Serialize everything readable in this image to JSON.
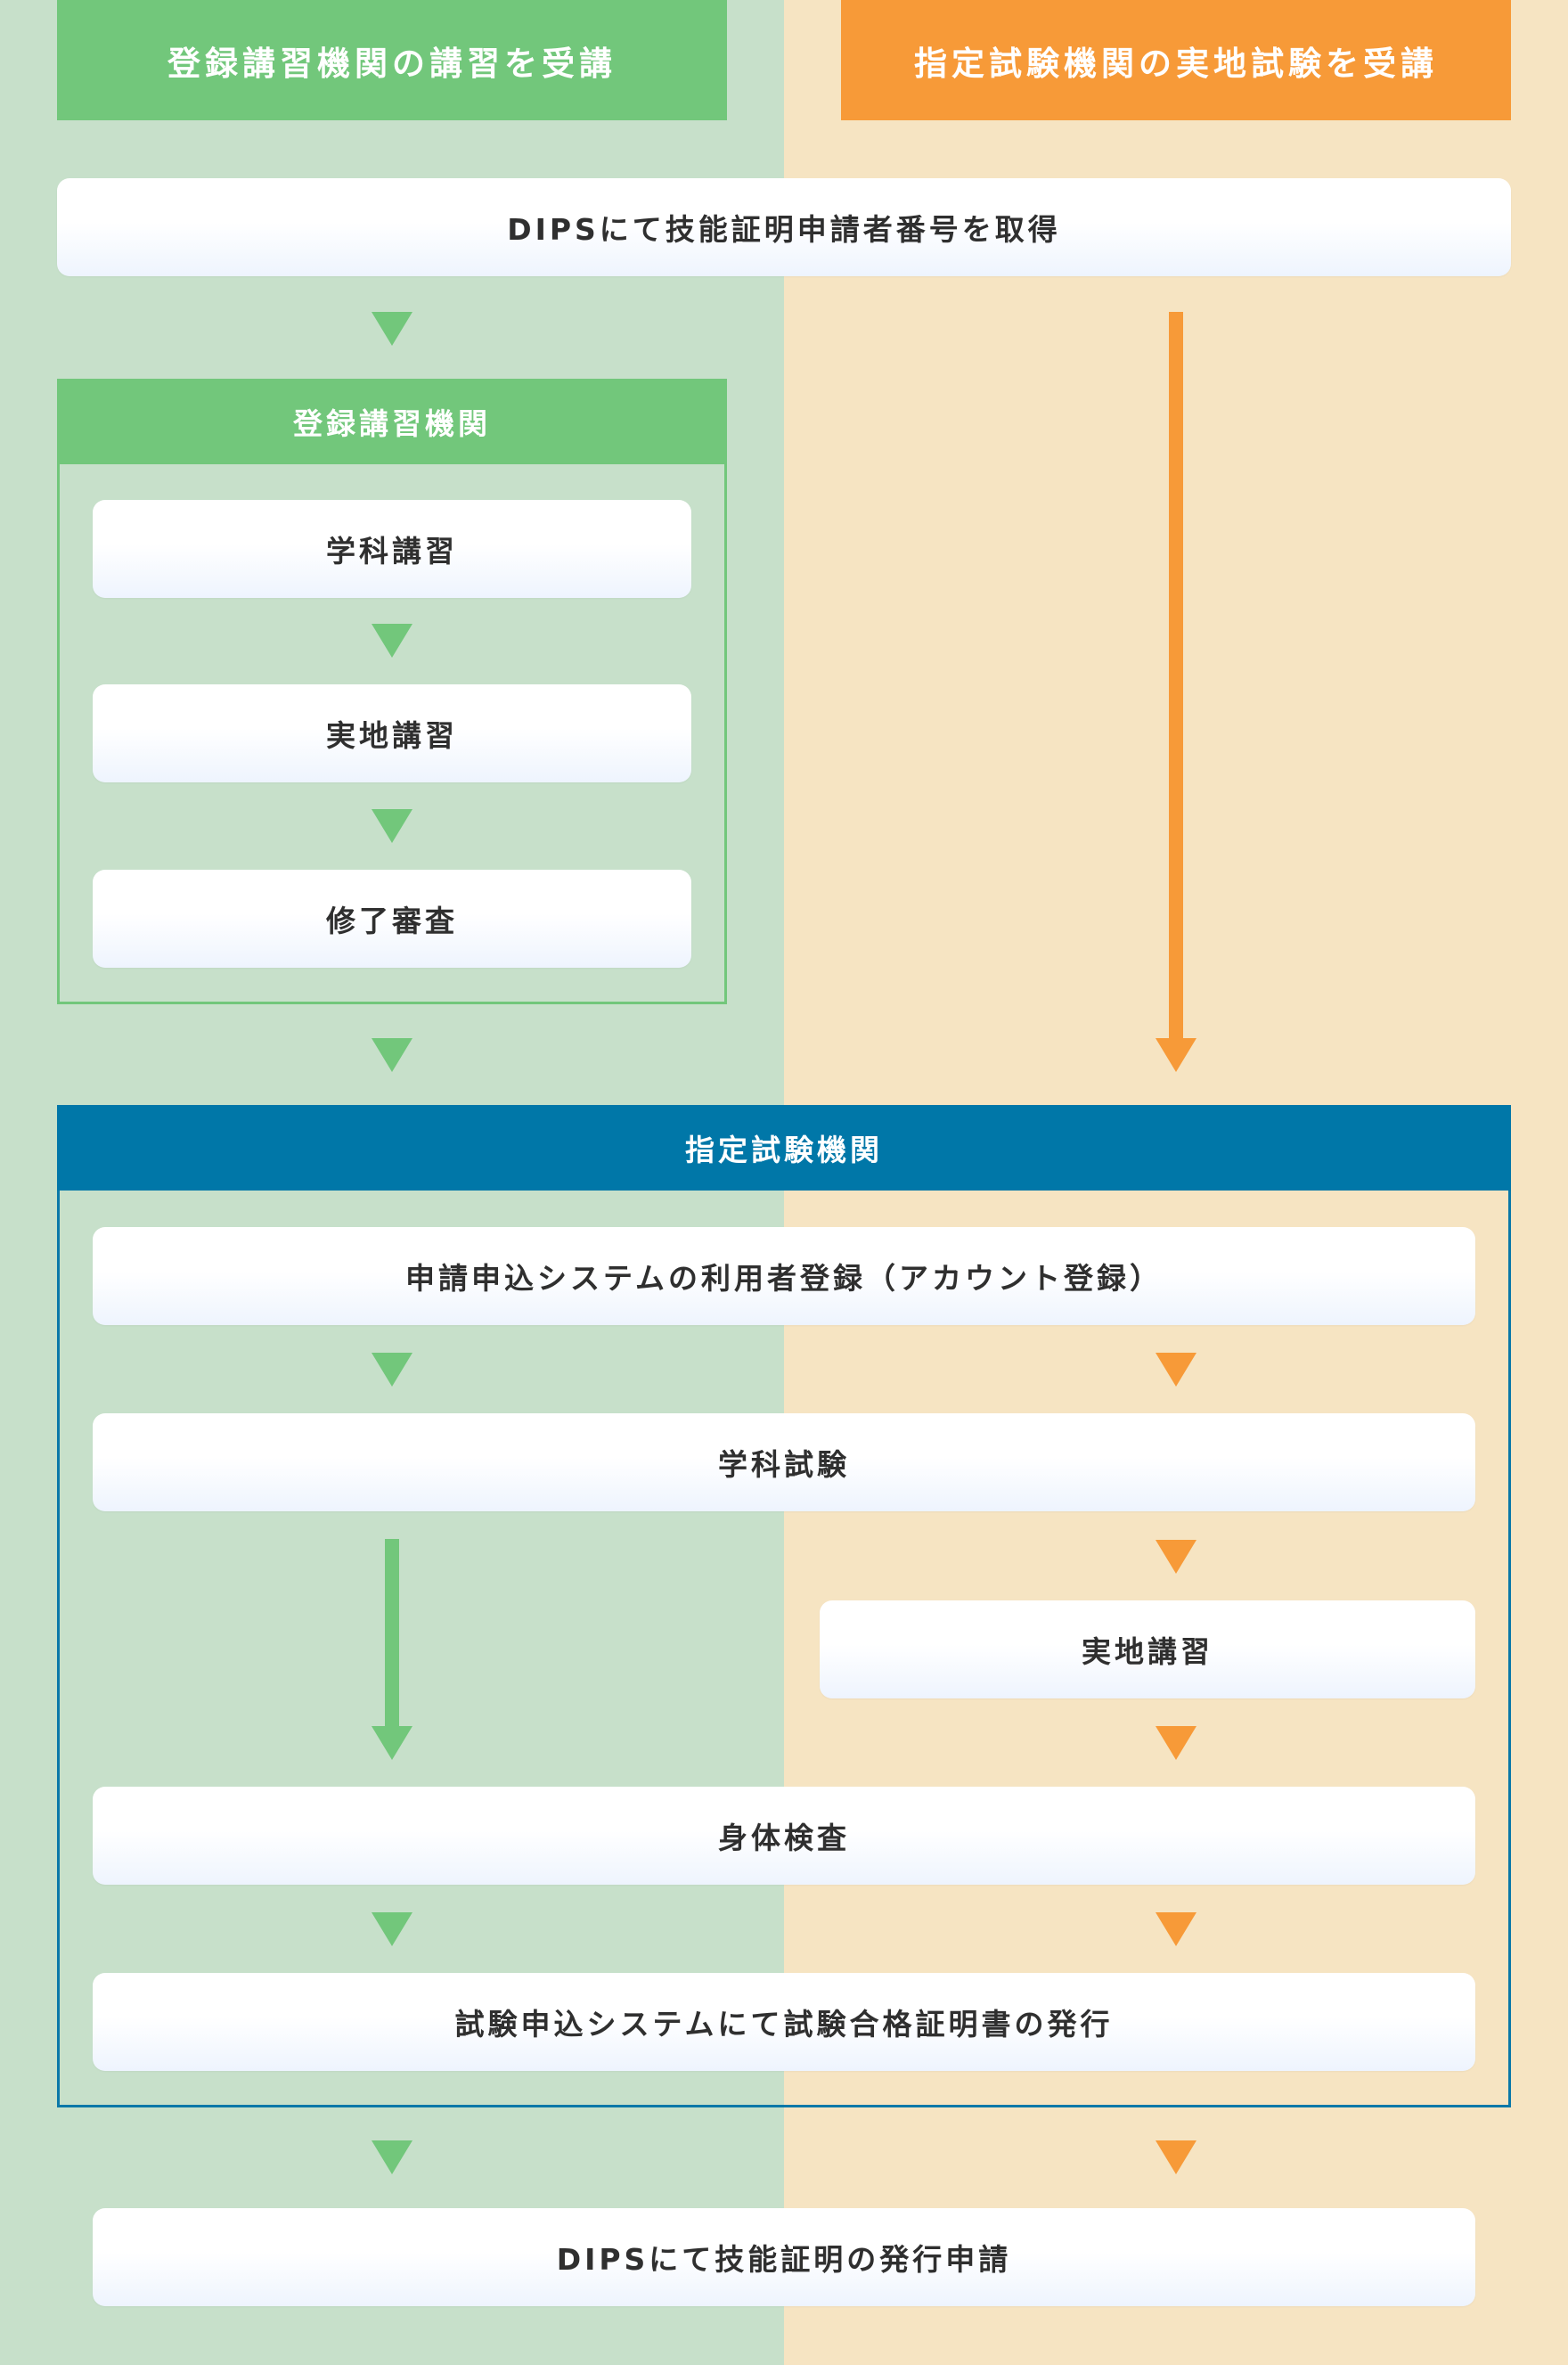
{
  "columns": {
    "left_header": "登録講習機関の講習を受講",
    "right_header": "指定試験機関の実地試験を受講"
  },
  "colors": {
    "green": "#72c77b",
    "orange": "#f79a38",
    "blue": "#0077a8",
    "left_bg": "#c7e0ca",
    "right_bg": "#f6e4c2"
  },
  "steps": {
    "dips_number": "DIPSにて技能証明申請者番号を取得",
    "registered_org": {
      "title": "登録講習機関",
      "items": [
        "学科講習",
        "実地講習",
        "修了審査"
      ]
    },
    "designated_org": {
      "title": "指定試験機関",
      "account": "申請申込システムの利用者登録（アカウント登録）",
      "written_exam": "学科試験",
      "practical": "実地講習",
      "physical": "身体検査",
      "certificate": "試験申込システムにて試験合格証明書の発行"
    },
    "final": "DIPSにて技能証明の発行申請"
  }
}
